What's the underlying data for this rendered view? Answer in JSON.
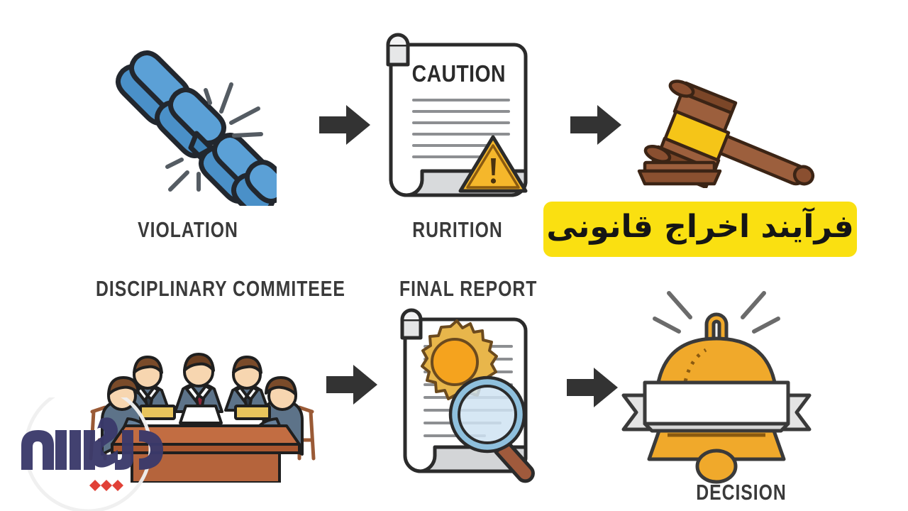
{
  "page": {
    "background_color": "#ffffff",
    "title_badge": {
      "text": "فرآیند اخراج قانونی",
      "background_color": "#FAE011",
      "text_color": "#151515"
    }
  },
  "flow": {
    "arrow_color": "#333333",
    "steps": [
      {
        "index": 1,
        "id": "violation",
        "label": "VIOLATION",
        "icon": "broken-chain-icon",
        "colors": {
          "chain": "#4a90c8",
          "chain_dark": "#3278ad",
          "outline": "#22272e",
          "spark": "#555c63"
        }
      },
      {
        "index": 2,
        "id": "rurition",
        "label": "RURITION",
        "icon": "caution-document-icon",
        "document_heading": "CAUTION",
        "text_line_count": 6,
        "colors": {
          "paper": "#ffffff",
          "fold": "#d8dadc",
          "outline": "#2b2b2b",
          "warning": "#F5B72B",
          "warning_stroke": "#8a5a10"
        }
      },
      {
        "index": 3,
        "id": "gavel",
        "label": "",
        "icon": "gavel-icon",
        "colors": {
          "wood": "#9c5f3d",
          "wood_dark": "#7b4628",
          "band": "#F5C518",
          "outline": "#3b2415"
        }
      },
      {
        "index": 4,
        "id": "disciplinary-committee",
        "label": "DISCIPLINARY COMMITEEE",
        "icon": "committee-meeting-icon",
        "people_count": 5,
        "colors": {
          "suit": "#5d7389",
          "suit_dark": "#4a5d70",
          "skin": "#f7d6b0",
          "hair": "#7a4b2a",
          "table": "#b5643c",
          "table_dark": "#9a4f2c",
          "tie_red": "#8e2438",
          "laptop_gold": "#e8c45c",
          "outline": "#1f1f1f"
        }
      },
      {
        "index": 5,
        "id": "final-report",
        "label": "FINAL REPORT",
        "icon": "final-report-icon",
        "text_line_count": 8,
        "colors": {
          "paper": "#ffffff",
          "fold": "#d3d5d7",
          "seal": "#F5A31E",
          "seal_edge": "#E8B64B",
          "lens": "#cfe3f2",
          "lens_rim": "#8fc0dd",
          "handle": "#a05a3c",
          "outline": "#2b2b2b"
        }
      },
      {
        "index": 6,
        "id": "decision",
        "label": "DECISION",
        "icon": "bell-banner-icon",
        "colors": {
          "bell": "#F0A92B",
          "bell_dark": "#d8941f",
          "banner": "#ffffff",
          "banner_shadow": "#dcdcdc",
          "outline": "#3a3a3a",
          "ray": "#6b6b6b"
        }
      }
    ]
  },
  "watermark": {
    "name": "site-logo-watermark",
    "colors": {
      "script": "#3b3a6b",
      "accent": "#e03a2f",
      "ring": "#f0f0f0"
    }
  }
}
